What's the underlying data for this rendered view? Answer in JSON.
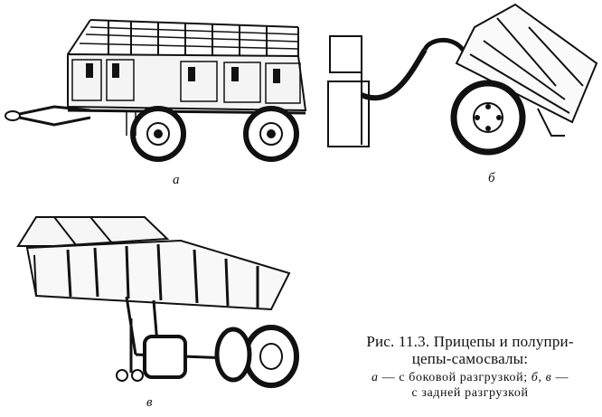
{
  "labels": {
    "a": "а",
    "b": "б",
    "v": "в"
  },
  "caption": {
    "title_line1": "Рис. 11.3. Прицепы и полупри-",
    "title_line2": "цепы-самосвалы:",
    "sub_line1_letter_a": "а",
    "sub_line1_rest": " — с боковой разгрузкой; ",
    "sub_line1_letter_b": "б",
    "sub_line1_comma": ", ",
    "sub_line1_letter_v": "в",
    "sub_line1_dash": " —",
    "sub_line2": "с задней разгрузкой"
  }
}
